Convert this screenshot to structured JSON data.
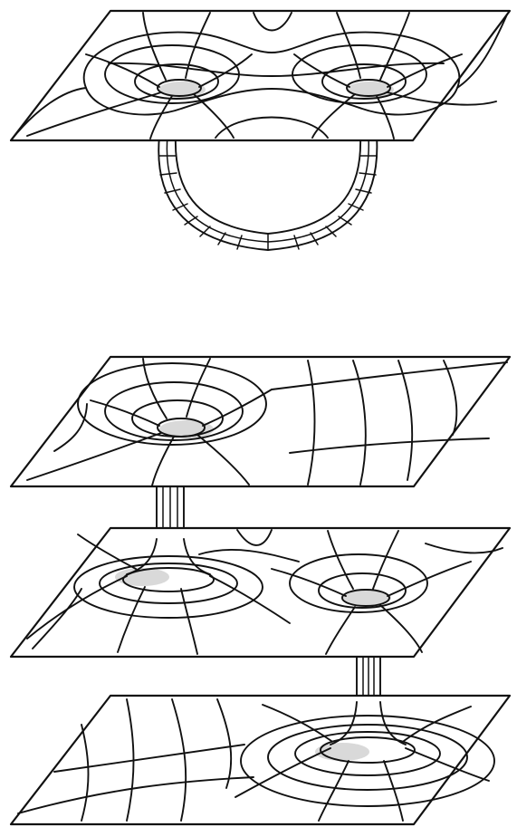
{
  "figure": {
    "panels": [
      {
        "id": "top",
        "description_free": true,
        "sheets": 1,
        "throats": 2,
        "connection": "loop-tube"
      },
      {
        "id": "bottom",
        "sheets": 3,
        "throats": 4,
        "connection": "straight-tubes"
      }
    ],
    "colors": {
      "ink": "#111111",
      "shade": "#d9d9d9",
      "background": "#ffffff"
    }
  }
}
